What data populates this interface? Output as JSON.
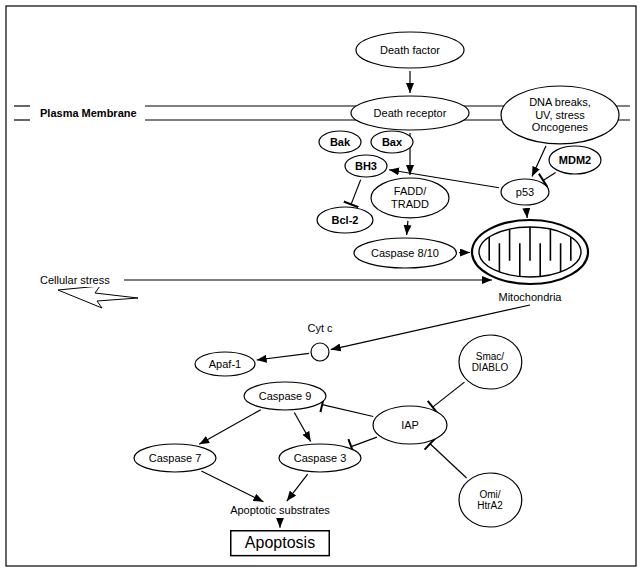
{
  "diagram": {
    "nodes": [
      {
        "text": [
          "Death factor"
        ]
      },
      {
        "text": [
          "Death receptor"
        ]
      },
      {
        "text": [
          "DNA breaks, UV, stress Oncogenes"
        ]
      },
      {
        "text": [
          "Bak"
        ]
      },
      {
        "text": [
          "Bax"
        ]
      },
      {
        "text": [
          "BH3"
        ]
      },
      {
        "text": [
          "MDM2"
        ]
      },
      {
        "text": [
          "FADD/ TRADD"
        ]
      },
      {
        "text": [
          "p53"
        ]
      },
      {
        "text": [
          "Bcl-2"
        ]
      },
      {
        "text": [
          "Caspase 8/10"
        ]
      },
      {
        "text": [
          "Mitochondria"
        ]
      },
      {
        "text": [
          "Cyt c"
        ]
      },
      {
        "text": [
          "Apaf-1"
        ]
      },
      {
        "text": [
          "Smac/ DIABLO"
        ]
      },
      {
        "text": [
          "Caspase 9"
        ]
      },
      {
        "text": [
          "IAP"
        ]
      },
      {
        "text": [
          "Caspase 7"
        ]
      },
      {
        "text": [
          "Caspase 3"
        ]
      },
      {
        "text": [
          "Omi/ HtrA2"
        ]
      },
      {
        "text": [
          "Apoptotic substrates"
        ]
      },
      {
        "text": [
          "Apoptosis"
        ]
      }
    ],
    "edges": [
      {
        "from": 0,
        "to": 1,
        "arrow": "to"
      },
      {
        "from": 1,
        "to": 7,
        "arrow": "to"
      },
      {
        "from": 7,
        "to": 10,
        "arrow": "to"
      },
      {
        "from": 10,
        "to": 11,
        "arrow": "to"
      },
      {
        "from": 2,
        "to": 8,
        "arrow": "to"
      },
      {
        "from": 6,
        "to": 8,
        "arrow": "to"
      },
      {
        "from": 8,
        "to": 5,
        "arrow": "to"
      },
      {
        "from": 5,
        "to": 9,
        "arrow": "to"
      },
      {
        "from": 8,
        "to": 11,
        "arrow": "to"
      },
      {
        "from": 11,
        "to": 12,
        "arrow": "to"
      },
      {
        "from": 12,
        "to": 13,
        "arrow": "to"
      },
      {
        "from": 15,
        "to": 17,
        "arrow": "to"
      },
      {
        "from": 15,
        "to": 18,
        "arrow": "to"
      },
      {
        "from": 16,
        "to": 15,
        "arrow": "to"
      },
      {
        "from": 16,
        "to": 18,
        "arrow": "to"
      },
      {
        "from": 14,
        "to": 16,
        "arrow": "to"
      },
      {
        "from": 19,
        "to": 16,
        "arrow": "to"
      },
      {
        "from": 17,
        "to": 20,
        "arrow": "to"
      },
      {
        "from": 18,
        "to": 20,
        "arrow": "to"
      },
      {
        "from": 20,
        "to": 21,
        "arrow": "to"
      }
    ],
    "labels": [
      "Plasma Membrane",
      "Cellular stress"
    ]
  }
}
